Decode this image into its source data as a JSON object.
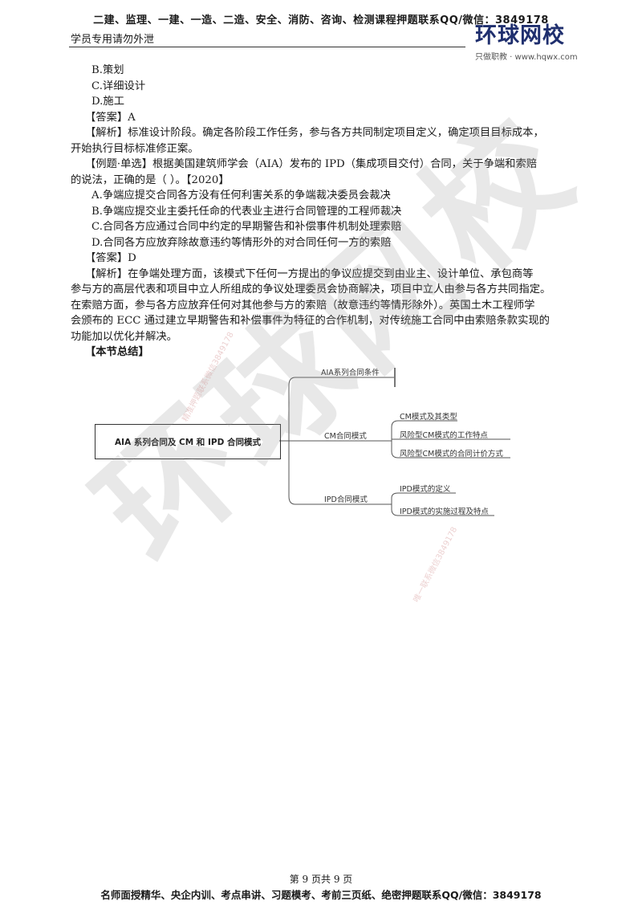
{
  "header": {
    "banner": "二建、监理、一建、一造、二造、安全、消防、咨询、检测课程押题联系QQ/微信：3849178",
    "left_note": "学员专用请勿外泄",
    "logo_main": "环球网校",
    "logo_sub": "只做职教 · www.hqwx.com"
  },
  "body": {
    "option_b": "B.策划",
    "option_c": "C.详细设计",
    "option_d": "D.施工",
    "answer1": "【答案】A",
    "analysis1_l1": "【解析】标准设计阶段。确定各阶段工作任务，参与各方共同制定项目定义，确定项目目标成本，",
    "analysis1_l2": "开始执行目标标准修正案。",
    "question_l1": "【例题·单选】根据美国建筑师学会（AIA）发布的 IPD（集成项目交付）合同，关于争端和索赔",
    "question_l2": "的说法，正确的是（  ）。【2020】",
    "q_a": "A.争端应提交合同各方没有任何利害关系的争端裁决委员会裁决",
    "q_b": "B.争端应提交业主委托任命的代表业主进行合同管理的工程师裁决",
    "q_c": "C.合同各方应通过合同中约定的早期警告和补偿事件机制处理索赔",
    "q_d": "D.合同各方应放弃除故意违约等情形外的对合同任何一方的索赔",
    "answer2": "【答案】D",
    "analysis2_l1": "【解析】在争端处理方面，该模式下任何一方提出的争议应提交到由业主、设计单位、承包商等",
    "analysis2_l2": "参与方的高层代表和项目中立人所组成的争议处理委员会协商解决，项目中立人由参与各方共同指定。",
    "analysis2_l3": "在索赔方面，参与各方应放弃任何对其他参与方的索赔（故意违约等情形除外）。英国土木工程师学",
    "analysis2_l4": "会颁布的 ECC 通过建立早期警告和补偿事件为特征的合作机制，对传统施工合同中由索赔条款实现的",
    "analysis2_l5": "功能加以优化并解决。",
    "summary_heading": "【本节总结】"
  },
  "mindmap": {
    "root": "AIA 系列合同及 CM 和 IPD 合同模式",
    "branch1": "AIA系列合同条件",
    "branch2": "CM合同模式",
    "branch3": "IPD合同模式",
    "b2_leaf1": "CM模式及其类型",
    "b2_leaf2": "风险型CM模式的工作特点",
    "b2_leaf3": "风险型CM模式的合同计价方式",
    "b3_leaf1": "IPD模式的定义",
    "b3_leaf2": "IPD模式的实施过程及特点"
  },
  "watermark": {
    "big": "环球网校",
    "small1": "精准押题联系微信3849178",
    "small2": "唯一联系微信3849178"
  },
  "footer": {
    "page": "第 9 页共 9 页",
    "banner": "名师面授精华、央企内训、考点串讲、习题模考、考前三页纸、绝密押题联系QQ/微信：3849178"
  }
}
